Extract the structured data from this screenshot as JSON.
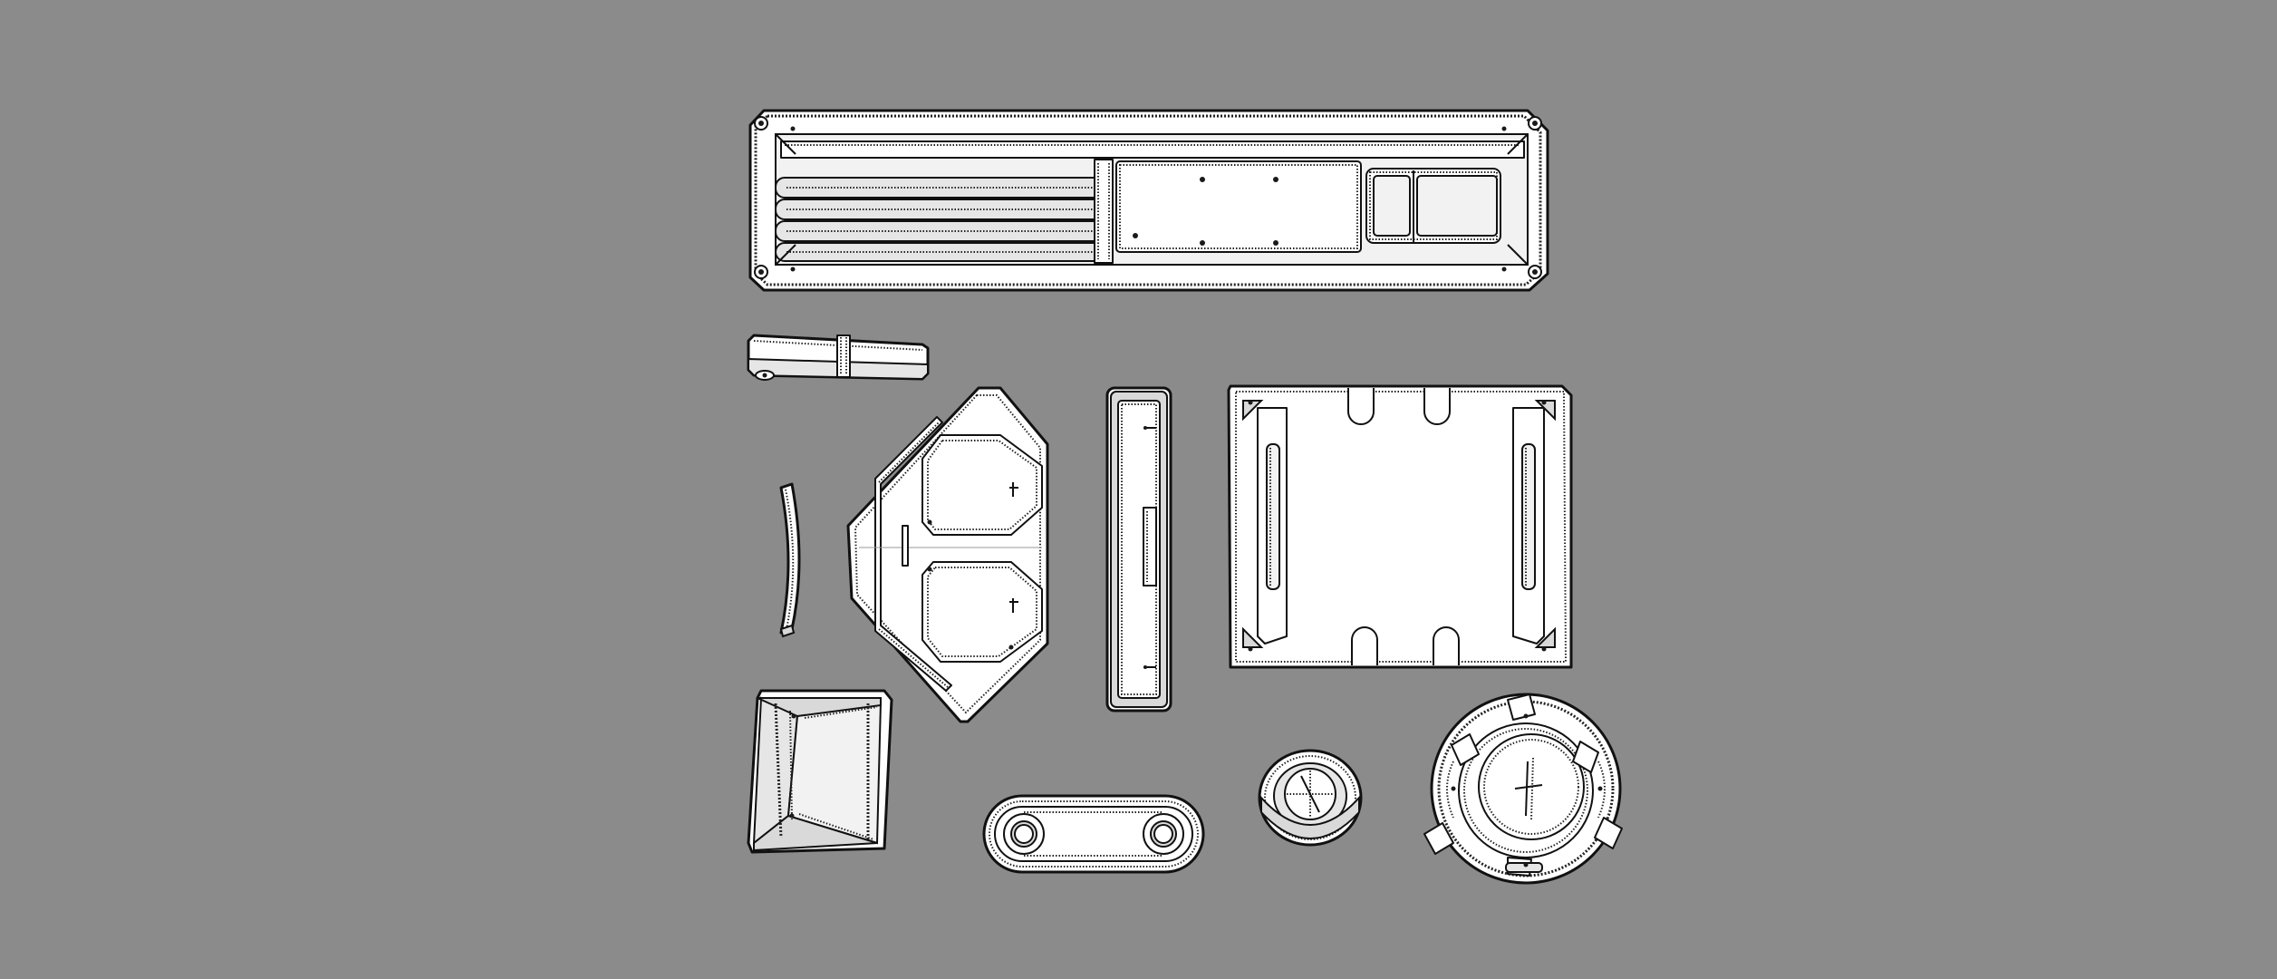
{
  "scene": {
    "background_color": "#8b8b8b",
    "part_fill_color": "#ffffff",
    "outline_color": "#111111"
  },
  "parts": [
    "rail-frame",
    "clamp-bracket",
    "curved-strip",
    "hex-frame-panel",
    "slotted-channel",
    "mounting-plate",
    "corner-block",
    "link-plate",
    "small-bushing",
    "ring-housing"
  ]
}
